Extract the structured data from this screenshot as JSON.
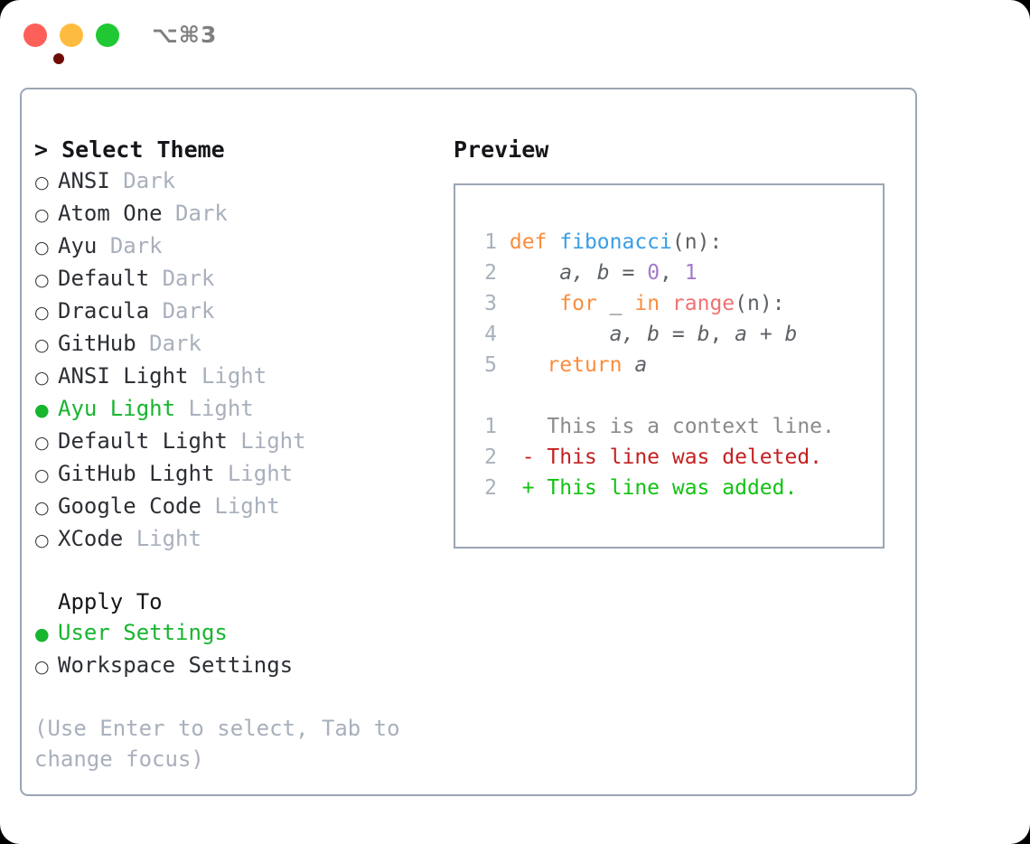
{
  "window": {
    "traffic_lights": [
      {
        "name": "close",
        "color": "#fc6058"
      },
      {
        "name": "minimize",
        "color": "#fdbc40"
      },
      {
        "name": "maximize",
        "color": "#20c934"
      }
    ],
    "shortcut_label": "⌥⌘3"
  },
  "theme_picker": {
    "heading": "> Select Theme",
    "bullet_on": "●",
    "bullet_off": "○",
    "selected_color": "#18b52e",
    "items": [
      {
        "name": "ANSI",
        "variant": "Dark",
        "selected": false
      },
      {
        "name": "Atom One",
        "variant": "Dark",
        "selected": false
      },
      {
        "name": "Ayu",
        "variant": "Dark",
        "selected": false
      },
      {
        "name": "Default",
        "variant": "Dark",
        "selected": false
      },
      {
        "name": "Dracula",
        "variant": "Dark",
        "selected": false
      },
      {
        "name": "GitHub",
        "variant": "Dark",
        "selected": false
      },
      {
        "name": "ANSI Light",
        "variant": "Light",
        "selected": false
      },
      {
        "name": "Ayu Light",
        "variant": "Light",
        "selected": true
      },
      {
        "name": "Default Light",
        "variant": "Light",
        "selected": false
      },
      {
        "name": "GitHub Light",
        "variant": "Light",
        "selected": false
      },
      {
        "name": "Google Code",
        "variant": "Light",
        "selected": false
      },
      {
        "name": "XCode",
        "variant": "Light",
        "selected": false
      }
    ]
  },
  "apply_to": {
    "heading": "Apply To",
    "items": [
      {
        "label": "User Settings",
        "selected": true
      },
      {
        "label": "Workspace Settings",
        "selected": false
      }
    ]
  },
  "hint": "(Use Enter to select, Tab to change focus)",
  "preview": {
    "title": "Preview",
    "code_lines": [
      {
        "number": "1",
        "tokens": [
          {
            "text": "def ",
            "kind": "kw"
          },
          {
            "text": "fibonacci",
            "kind": "fn"
          },
          {
            "text": "(n):",
            "kind": "punc"
          }
        ]
      },
      {
        "number": "2",
        "tokens": [
          {
            "text": "    ",
            "kind": "punc"
          },
          {
            "text": "a, b",
            "kind": "id"
          },
          {
            "text": " = ",
            "kind": "punc"
          },
          {
            "text": "0",
            "kind": "num"
          },
          {
            "text": ", ",
            "kind": "punc"
          },
          {
            "text": "1",
            "kind": "num"
          }
        ]
      },
      {
        "number": "3",
        "tokens": [
          {
            "text": "    ",
            "kind": "punc"
          },
          {
            "text": "for",
            "kind": "kw"
          },
          {
            "text": " _ ",
            "kind": "id"
          },
          {
            "text": "in",
            "kind": "kw"
          },
          {
            "text": " ",
            "kind": "punc"
          },
          {
            "text": "range",
            "kind": "bi"
          },
          {
            "text": "(n):",
            "kind": "punc"
          }
        ]
      },
      {
        "number": "4",
        "tokens": [
          {
            "text": "        ",
            "kind": "punc"
          },
          {
            "text": "a, b",
            "kind": "id"
          },
          {
            "text": " = ",
            "kind": "punc"
          },
          {
            "text": "b",
            "kind": "id"
          },
          {
            "text": ", ",
            "kind": "punc"
          },
          {
            "text": "a",
            "kind": "id"
          },
          {
            "text": " + ",
            "kind": "punc"
          },
          {
            "text": "b",
            "kind": "id"
          }
        ]
      },
      {
        "number": "5",
        "tokens": [
          {
            "text": "   ",
            "kind": "punc"
          },
          {
            "text": "return",
            "kind": "kw"
          },
          {
            "text": " ",
            "kind": "punc"
          },
          {
            "text": "a",
            "kind": "id"
          }
        ]
      }
    ],
    "diff_lines": [
      {
        "number": "1",
        "marker": " ",
        "text": "This is a context line.",
        "kind": "ctx"
      },
      {
        "number": "2",
        "marker": "-",
        "text": "This line was deleted.",
        "kind": "del"
      },
      {
        "number": "2",
        "marker": "+",
        "text": "This line was added.",
        "kind": "add"
      }
    ]
  },
  "colors": {
    "keyword": "#fa8d3e",
    "function": "#399ee6",
    "number": "#a37acc",
    "builtin": "#f07171",
    "identifier": "#5c6166",
    "diff_added": "#12c212",
    "diff_deleted": "#c52020",
    "muted": "#a8b0bc",
    "border": "#9aa6b4"
  }
}
